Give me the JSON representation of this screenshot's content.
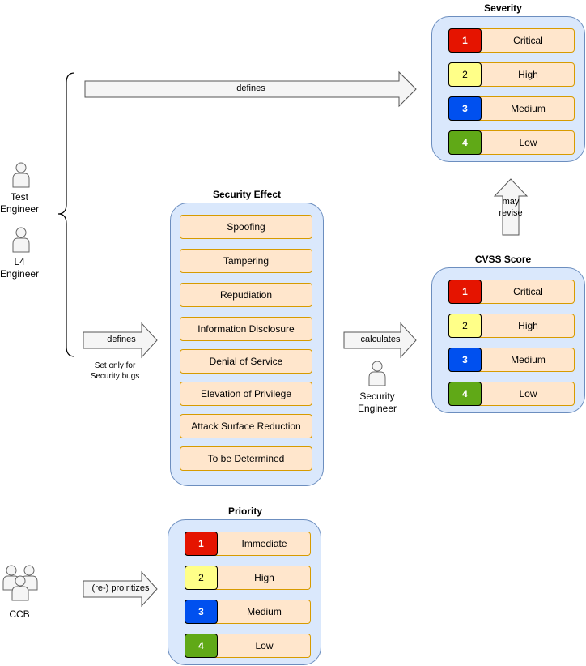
{
  "actors": {
    "test_engineer": "Test\nEngineer",
    "l4_engineer": "L4\nEngineer",
    "security_engineer": "Security\nEngineer",
    "ccb": "CCB"
  },
  "arrows": {
    "defines_top": "defines",
    "defines_mid": "defines",
    "set_only_note": "Set only for\nSecurity bugs",
    "calculates": "calculates",
    "may_revise": "may\nrevise",
    "reprioritizes": "(re-) proiritizes"
  },
  "severity": {
    "title": "Severity",
    "items": [
      {
        "num": "1",
        "label": "Critical",
        "color": "#e51400"
      },
      {
        "num": "2",
        "label": "High",
        "color": "#ffff88"
      },
      {
        "num": "3",
        "label": "Medium",
        "color": "#0050ef"
      },
      {
        "num": "4",
        "label": "Low",
        "color": "#60a917"
      }
    ]
  },
  "security_effect": {
    "title": "Security Effect",
    "items": [
      "Spoofing",
      "Tampering",
      "Repudiation",
      "Information Disclosure",
      "Denial of Service",
      "Elevation of Privilege",
      "Attack Surface Reduction",
      "To be Determined"
    ]
  },
  "cvss": {
    "title": "CVSS Score",
    "items": [
      {
        "num": "1",
        "label": "Critical",
        "color": "#e51400"
      },
      {
        "num": "2",
        "label": "High",
        "color": "#ffff88"
      },
      {
        "num": "3",
        "label": "Medium",
        "color": "#0050ef"
      },
      {
        "num": "4",
        "label": "Low",
        "color": "#60a917"
      }
    ]
  },
  "priority": {
    "title": "Priority",
    "items": [
      {
        "num": "1",
        "label": "Immediate",
        "color": "#e51400"
      },
      {
        "num": "2",
        "label": "High",
        "color": "#ffff88"
      },
      {
        "num": "3",
        "label": "Medium",
        "color": "#0050ef"
      },
      {
        "num": "4",
        "label": "Low",
        "color": "#60a917"
      }
    ]
  }
}
